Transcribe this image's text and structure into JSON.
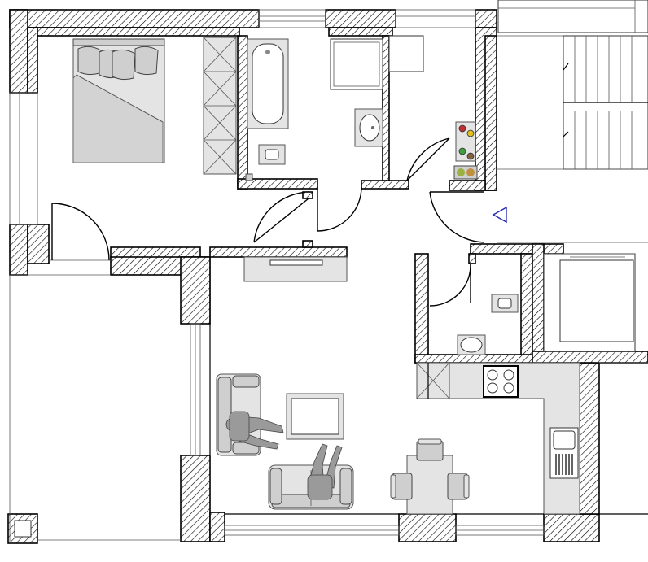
{
  "plan": {
    "colors": {
      "wall_outline": "#000000",
      "furniture_fill": "#e4e4e4",
      "furniture_dark": "#cfcfcf",
      "person_fill": "#9a9a9a",
      "entrance_marker": "#2a2ab0"
    },
    "icons": [
      "entrance-arrow-icon",
      "socket-icon"
    ],
    "rooms": [
      {
        "name": "bedroom",
        "furniture": [
          "double-bed",
          "wardrobe"
        ]
      },
      {
        "name": "bathroom",
        "furniture": [
          "bathtub",
          "toilet",
          "washbasin",
          "washing-machine"
        ]
      },
      {
        "name": "corridor",
        "furniture": [
          "wall-cabinet",
          "utility-panel"
        ]
      },
      {
        "name": "living-room",
        "furniture": [
          "sideboard",
          "armchair",
          "sofa",
          "coffee-table",
          "dining-table",
          "chairs"
        ]
      },
      {
        "name": "guest-wc",
        "furniture": [
          "toilet",
          "washbasin"
        ]
      },
      {
        "name": "kitchen",
        "furniture": [
          "hob",
          "sink",
          "countertop"
        ]
      },
      {
        "name": "stairwell",
        "furniture": [
          "stairs",
          "lift"
        ]
      }
    ]
  }
}
